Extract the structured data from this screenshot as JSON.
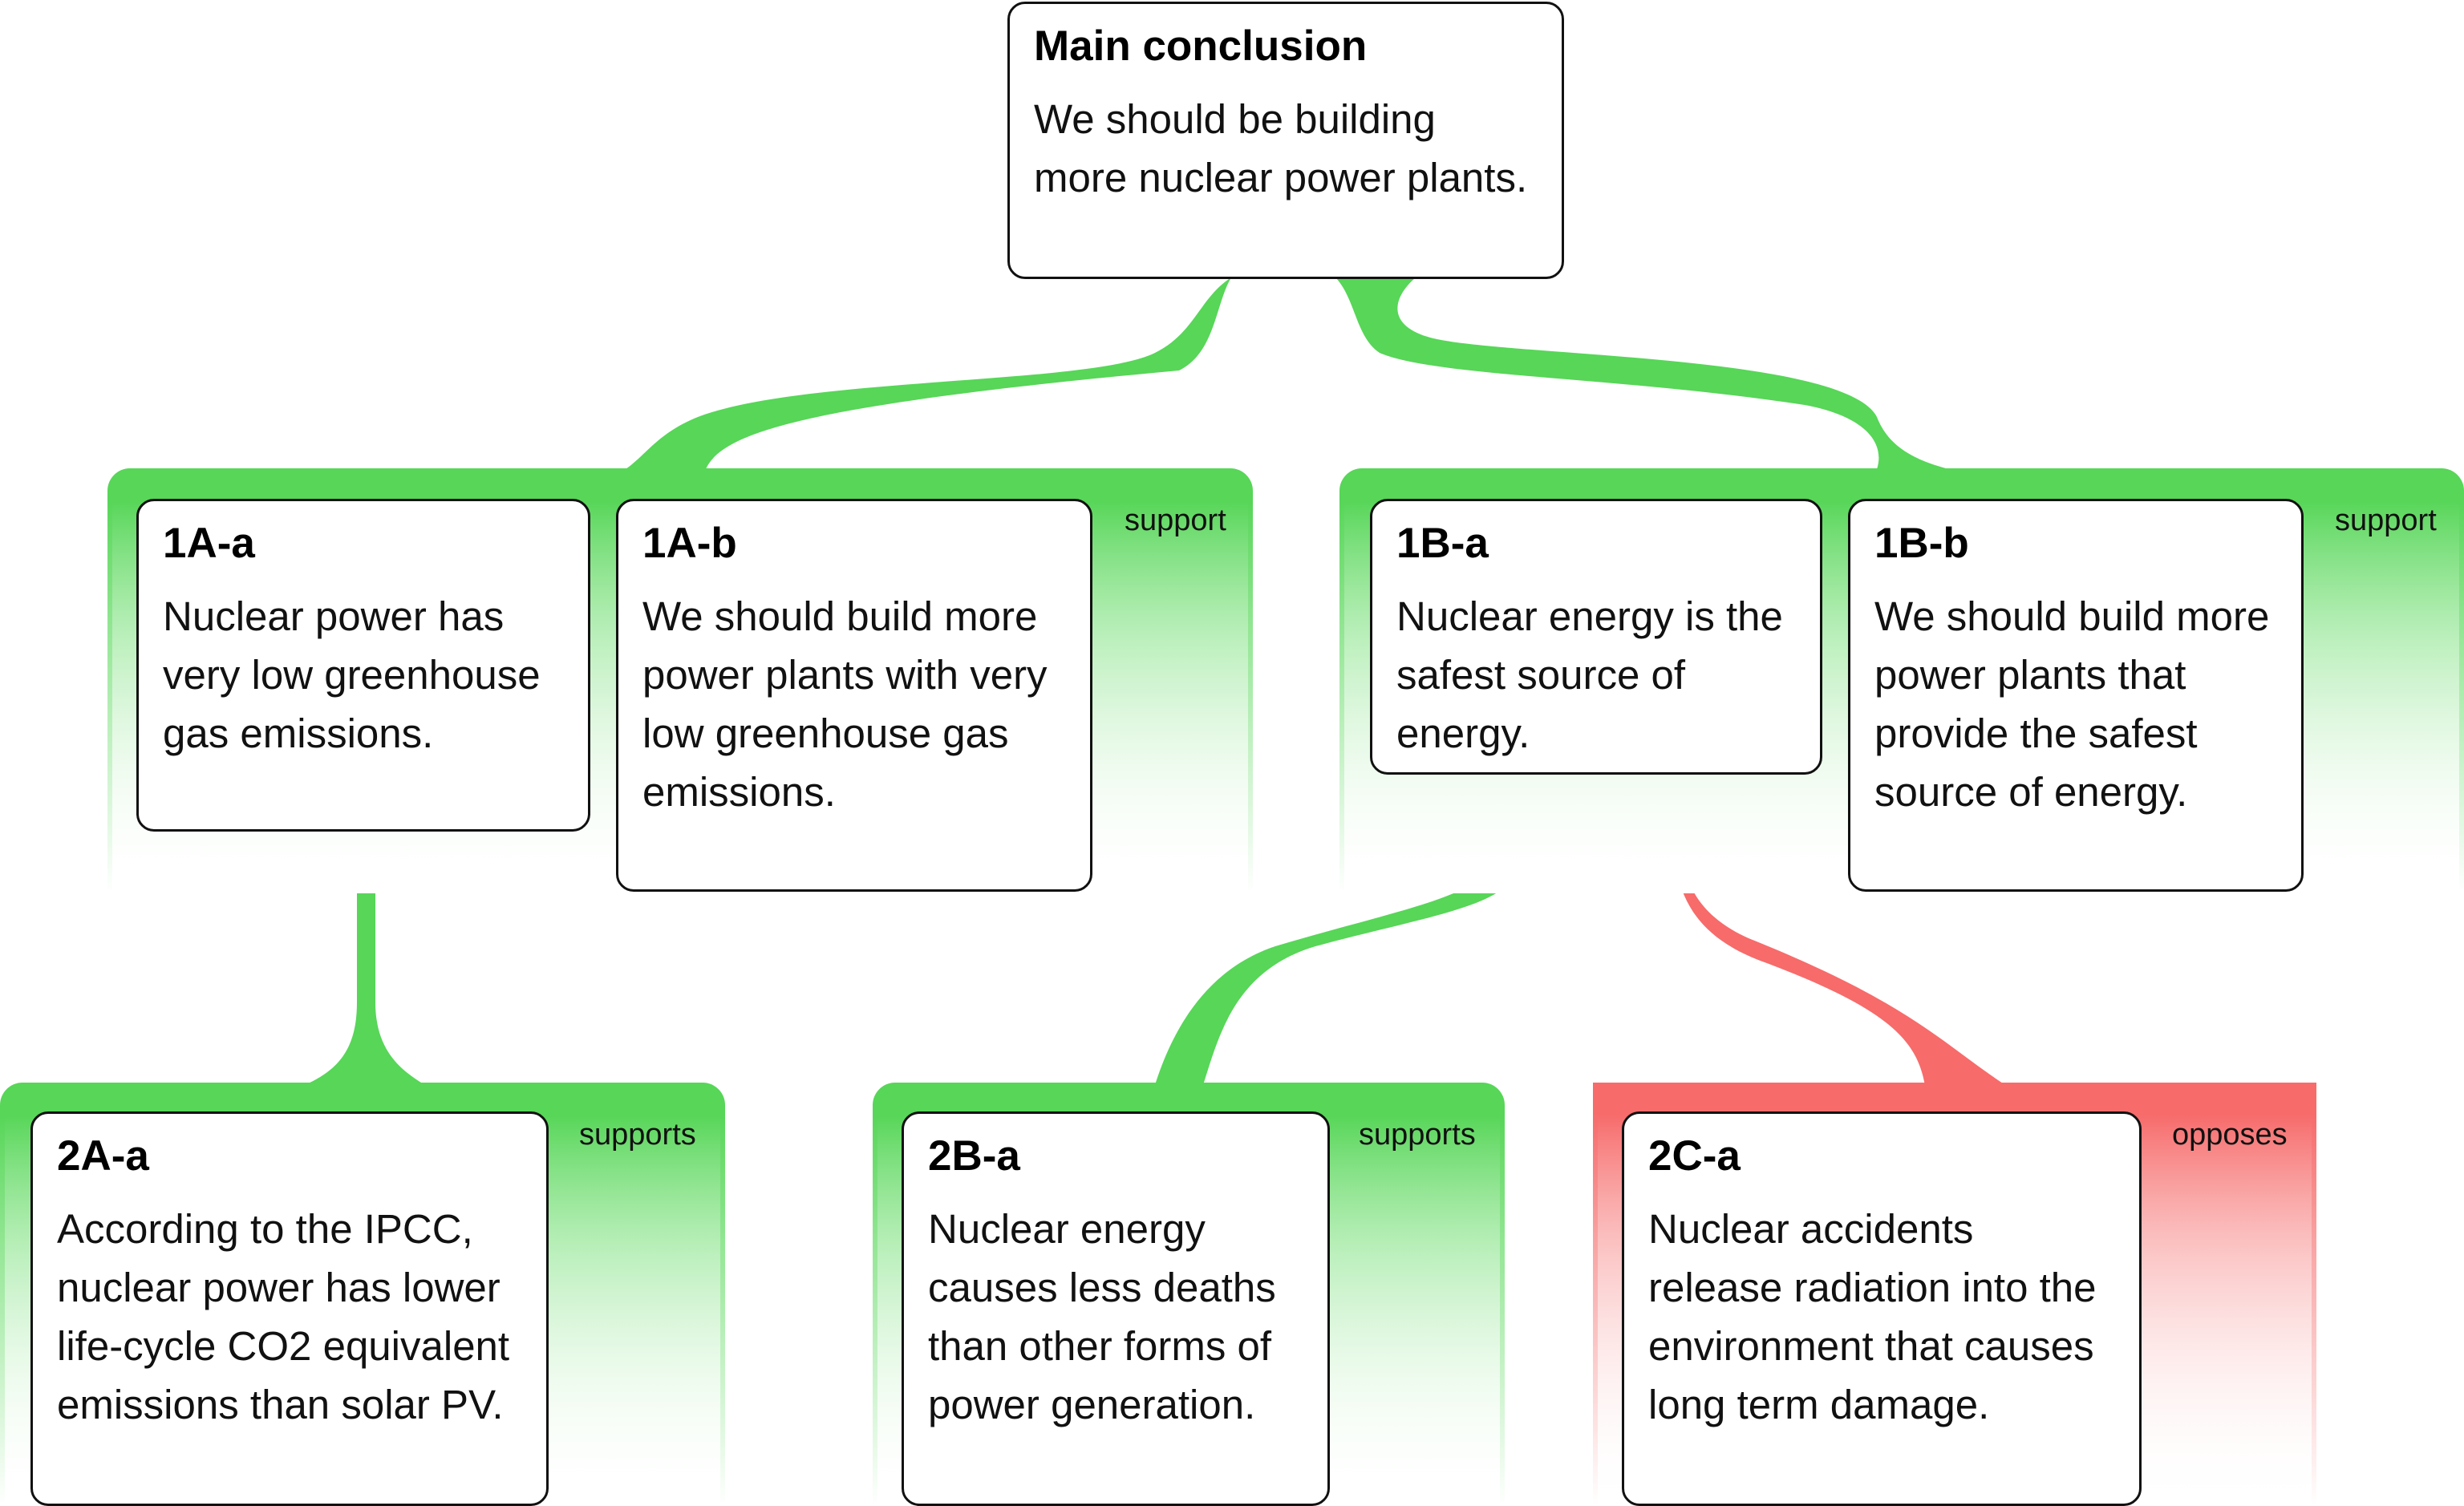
{
  "colors": {
    "support": "#57d658",
    "oppose": "#f76b6b",
    "card_border": "#111111",
    "background": "#ffffff"
  },
  "main": {
    "id": "Main conclusion",
    "text": "We should be building more nuclear power plants."
  },
  "groups": {
    "g1a": {
      "label": "support",
      "type": "support"
    },
    "g1b": {
      "label": "support",
      "type": "support"
    },
    "g2a": {
      "label": "supports",
      "type": "support"
    },
    "g2b": {
      "label": "supports",
      "type": "support"
    },
    "g2c": {
      "label": "opposes",
      "type": "oppose"
    }
  },
  "cards": {
    "c1aa": {
      "id": "1A-a",
      "text": "Nuclear power has very low greenhouse gas emissions."
    },
    "c1ab": {
      "id": "1A-b",
      "text": "We should build more power plants with very low greenhouse gas emissions."
    },
    "c1ba": {
      "id": "1B-a",
      "text": "Nuclear energy is the safest source of energy."
    },
    "c1bb": {
      "id": "1B-b",
      "text": "We should build more power plants that provide the safest source of energy."
    },
    "c2aa": {
      "id": "2A-a",
      "text": "According to the IPCC, nuclear power has lower life-cycle CO2 equivalent emissions than solar PV."
    },
    "c2ba": {
      "id": "2B-a",
      "text": "Nuclear energy causes less deaths than other forms of power generation."
    },
    "c2ca": {
      "id": "2C-a",
      "text": "Nuclear accidents release radiation into the environment that causes long term damage."
    }
  }
}
